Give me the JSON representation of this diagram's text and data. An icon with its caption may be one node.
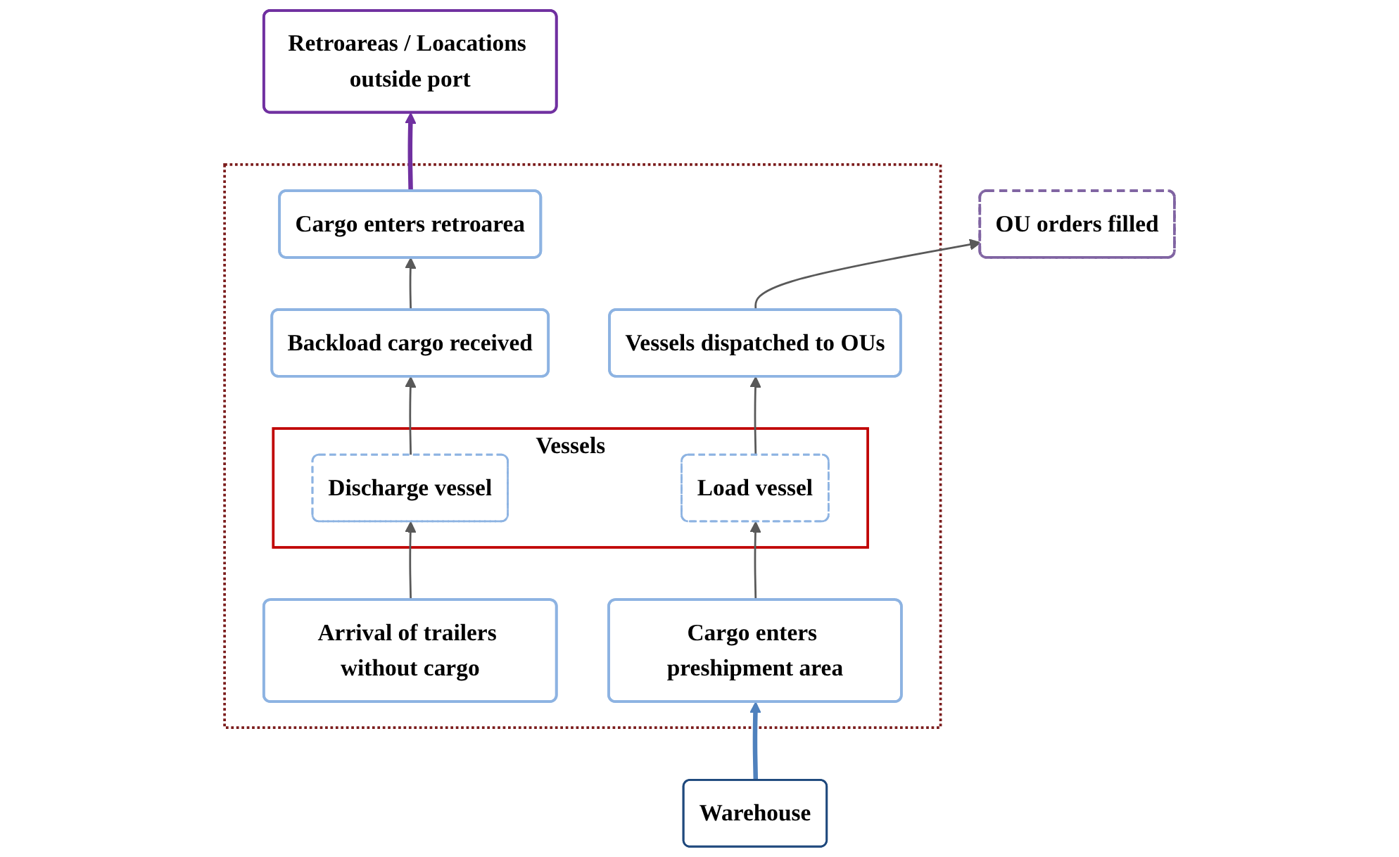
{
  "diagram": {
    "nodes": [
      {
        "text": [
          "Retroareas / Loacations outside port"
        ]
      },
      {
        "text": [],
        "shape": "box"
      },
      {
        "text": [
          "Cargo enters retroarea"
        ],
        "in": 1
      },
      {
        "text": [
          "Backload cargo received"
        ],
        "in": 1
      },
      {
        "text": [
          "Arrival of trailers without cargo"
        ],
        "in": 1
      },
      {
        "text": [
          "Vessels"
        ],
        "in": 1
      },
      {
        "text": [
          "Discharge vessel"
        ],
        "in": 5
      },
      {
        "text": [
          "Load vessel"
        ],
        "in": 5
      },
      {
        "text": [
          "Vessels dispatched to OUs"
        ],
        "in": 1
      },
      {
        "text": [
          "OU orders filled"
        ]
      },
      {
        "text": [
          "Cargo enters preshipment area"
        ],
        "in": 1
      },
      {
        "text": [
          "Warehouse"
        ]
      }
    ],
    "edges": [
      {
        "from": 2,
        "to": 0,
        "arrow": "to",
        "style": "thick",
        "color": "#7030a0"
      },
      {
        "from": 3,
        "to": 2,
        "arrow": "to"
      },
      {
        "from": 6,
        "to": 3,
        "arrow": "to"
      },
      {
        "from": 4,
        "to": 6,
        "arrow": "to"
      },
      {
        "from": 7,
        "to": 8,
        "arrow": "to"
      },
      {
        "from": 8,
        "to": 9,
        "arrow": "to"
      },
      {
        "from": 10,
        "to": 7,
        "arrow": "to"
      },
      {
        "from": 11,
        "to": 10,
        "arrow": "to",
        "style": "thick",
        "color": "#4f81bd"
      }
    ]
  }
}
